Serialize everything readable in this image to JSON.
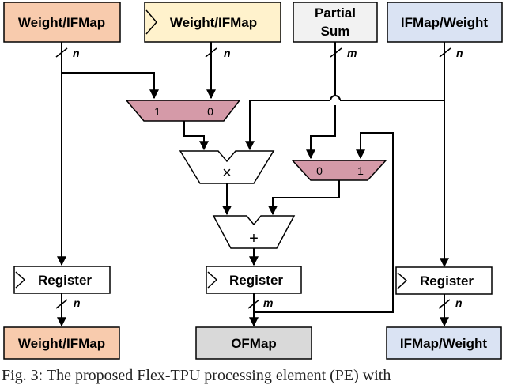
{
  "inputs": {
    "in1": "Weight/IFMap",
    "in2": "Weight/IFMap",
    "in3_line1": "Partial",
    "in3_line2": "Sum",
    "in4": "IFMap/Weight"
  },
  "bitwidths": {
    "in1": "n",
    "in2": "n",
    "in3": "m",
    "in4": "n",
    "out1": "n",
    "out2": "m",
    "out3": "n"
  },
  "mux1": {
    "left": "1",
    "right": "0"
  },
  "mux2": {
    "left": "0",
    "right": "1"
  },
  "ops": {
    "multiply": "×",
    "add": "+"
  },
  "registers": {
    "left": "Register",
    "middle": "Register",
    "right": "Register"
  },
  "outputs": {
    "out1": "Weight/IFMap",
    "out2": "OFMap",
    "out3": "IFMap/Weight"
  },
  "caption": "Fig. 3: The proposed Flex-TPU processing element (PE) with",
  "colors": {
    "orange": "#f8cbad",
    "yellow": "#fff2cc",
    "light_gray": "#f2f2f2",
    "blue": "#dae3f3",
    "mux_pink": "#d59aa8",
    "gray": "#d9d9d9"
  }
}
